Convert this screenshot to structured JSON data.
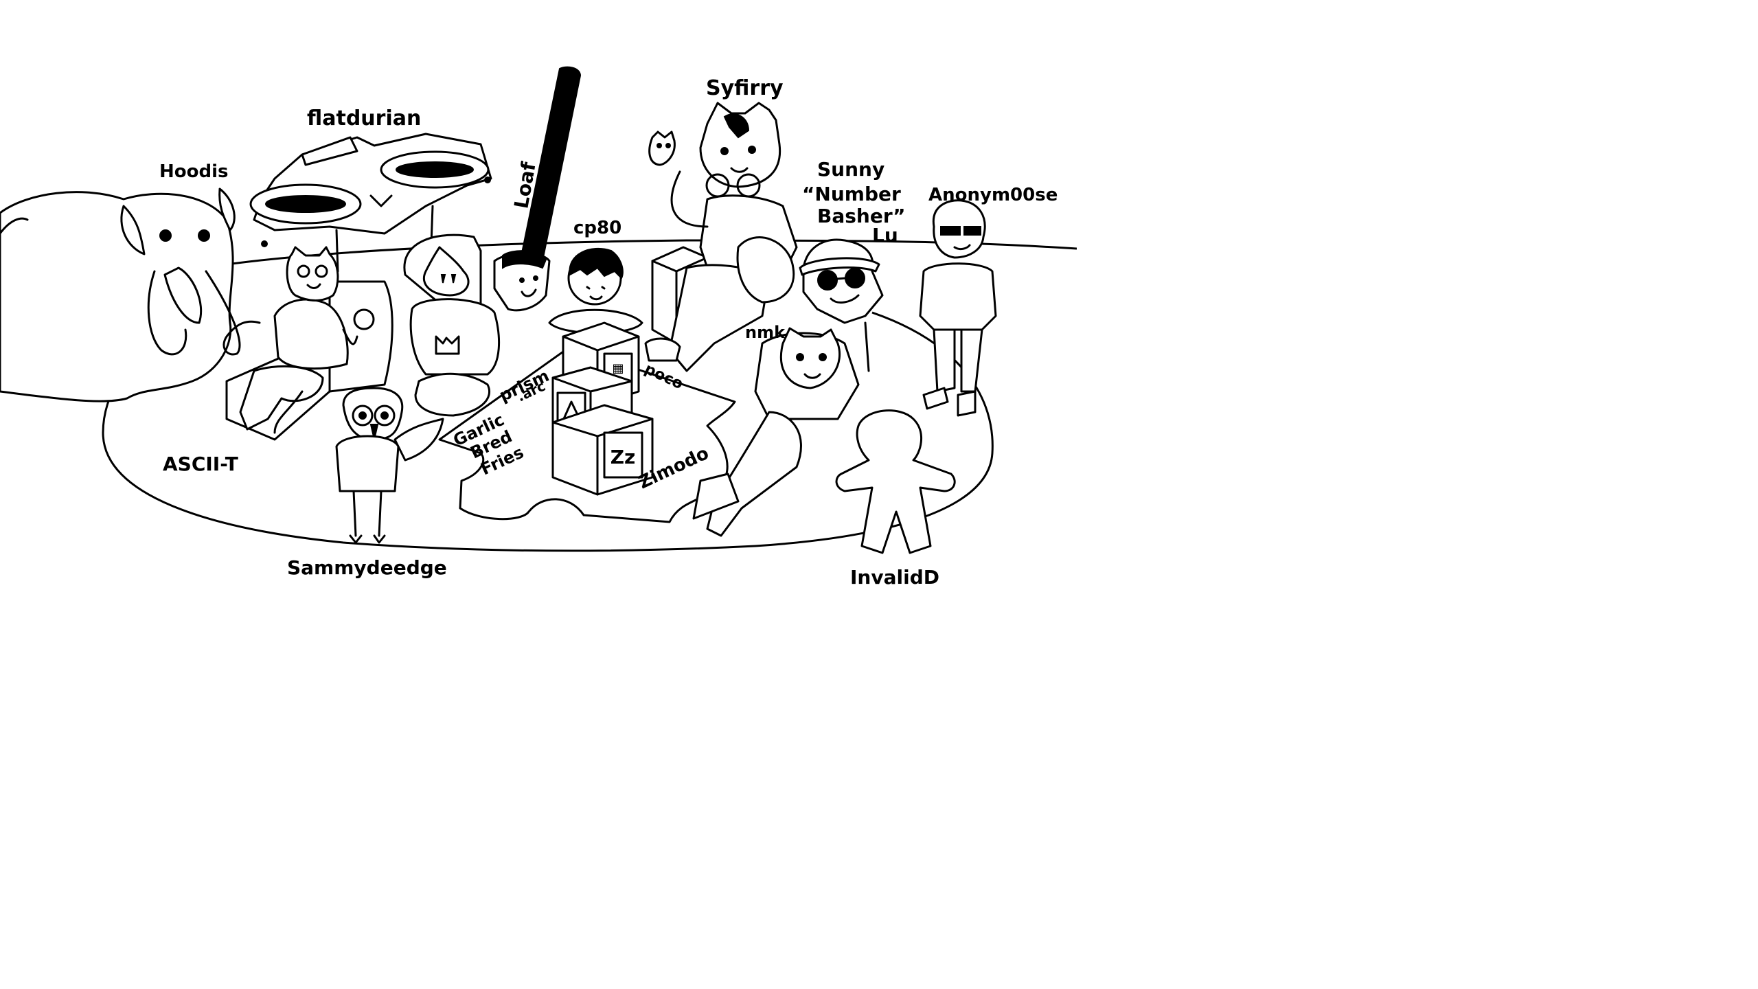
{
  "colors": {
    "ink": "#000000",
    "paper": "#ffffff"
  },
  "labels": {
    "hoodis": "Hoodis",
    "flatdurian": "flatdurian",
    "loaf": "Loaf",
    "syfirry": "Syfirry",
    "cp80": "cp80",
    "sunny_line1": "Sunny",
    "sunny_line2": "“Number",
    "sunny_line3": "Basher”",
    "sunny_line4": "Lu",
    "anonym00se": "Anonym00se",
    "nmk": "nmk",
    "prism_line1": "prism",
    "prism_line2": ".arc",
    "poco": "poco",
    "garlic_line1": "Garlic",
    "garlic_line2": "Bred",
    "garlic_line3": "Fries",
    "zimodo": "Zimodo",
    "ascii_t": "ASCII-T",
    "sammydeedge": "Sammydeedge",
    "invalidd": "InvalidD"
  },
  "icons": {
    "block_top": "chip-icon",
    "block_middle": "triangle-icon",
    "block_bottom": "sleep-zz-icon"
  }
}
